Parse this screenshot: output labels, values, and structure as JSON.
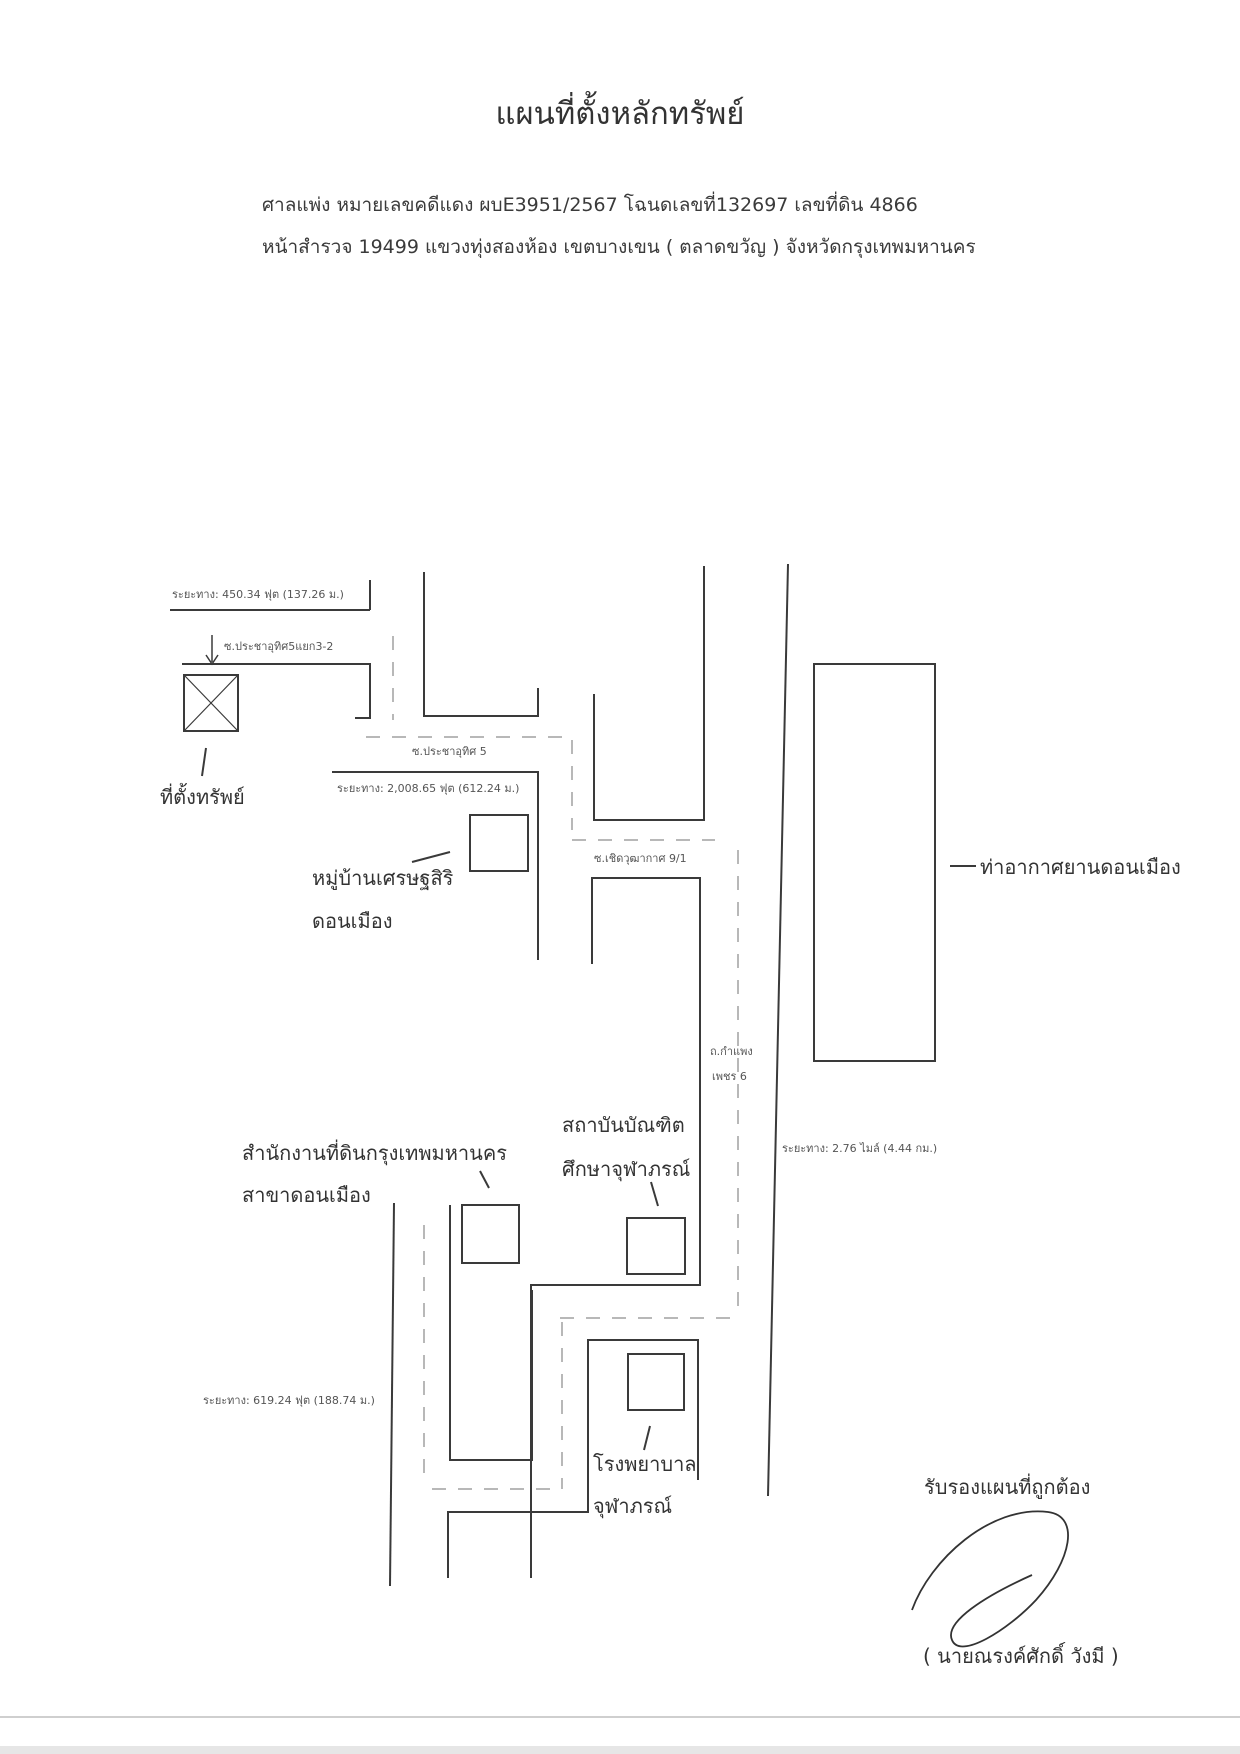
{
  "header": {
    "title": "แผนที่ตั้งหลักทรัพย์",
    "line1": "ศาลแพ่ง หมายเลขคดีแดง ผบE3951/2567 โฉนดเลขที่132697 เลขที่ดิน 4866",
    "line2": "หน้าสำรวจ 19499 แขวงทุ่งสองห้อง เขตบางเขน ( ตลาดขวัญ ) จังหวัดกรุงเทพมหานคร"
  },
  "map": {
    "distances": {
      "top_left": "ระยะทาง: 450.34 ฟุต (137.26 ม.)",
      "middle": "ระยะทาง: 2,008.65 ฟุต (612.24 ม.)",
      "right": "ระยะทาง: 2.76 ไมล์ (4.44 กม.)",
      "bottom_left": "ระยะทาง: 619.24 ฟุต (188.74 ม.)"
    },
    "roads": {
      "soi_prachauthit_5_yaek": "ซ.ประชาอุทิศ5แยก3-2",
      "soi_prachauthit_5": "ซ.ประชาอุทิศ 5",
      "soi_choetwuthakat": "ซ.เชิดวุฒากาศ 9/1",
      "kamphaeng_phet_line1": "ถ.กำแพง",
      "kamphaeng_phet_line2": "เพชร 6"
    },
    "places": {
      "property": "ที่ตั้งทรัพย์",
      "village_line1": "หมู่บ้านเศรษฐสิริ",
      "village_line2": "ดอนเมือง",
      "airport": "ท่าอากาศยานดอนเมือง",
      "land_office_line1": "สำนักงานที่ดินกรุงเทพมหานคร",
      "land_office_line2": "สาขาดอนเมือง",
      "institute_line1": "สถาบันบัณฑิต",
      "institute_line2": "ศึกษาจุฬาภรณ์",
      "hospital_line1": "โรงพยาบาล",
      "hospital_line2": "จุฬาภรณ์"
    }
  },
  "certification": {
    "label": "รับรองแผนที่ถูกต้อง",
    "signer": "( นายณรงค์ศักดิ์ วังมี )"
  }
}
